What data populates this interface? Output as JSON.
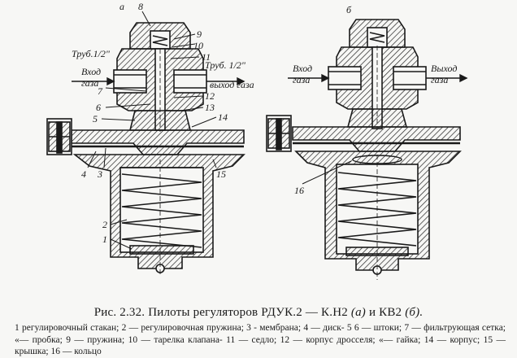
{
  "figure": {
    "view_a": {
      "letter": "а",
      "labels": {
        "l8": "8",
        "l9": "9",
        "l10": "10",
        "l11": "11",
        "l7": "7",
        "l6": "6",
        "l5": "5",
        "l12": "12",
        "l13": "13",
        "l14": "14",
        "l4": "4",
        "l3": "3",
        "l15": "15",
        "l2": "2",
        "l1": "1"
      },
      "pipe_left": "Труб.1/2\"",
      "pipe_right": "Труб. 1/2\"",
      "inlet_line1": "Вход",
      "inlet_line2": "газа",
      "outlet": "выход газа"
    },
    "view_b": {
      "letter": "б",
      "inlet_line1": "Вход",
      "inlet_line2": "газа",
      "outlet_line1": "Выход",
      "outlet_line2": "газа",
      "label16": "16"
    }
  },
  "caption": {
    "title_prefix": "Рис. 2.32. Пилоты регуляторов РДУК.2 — К.Н2 ",
    "title_a": "(а)",
    "title_mid": " и КВ2 ",
    "title_b": "(б).",
    "legend": "1  регулировочный стакан; 2 — регулировочная пружина; 3 - мембрана; 4 — диск-  5  6 — штоки; 7 — фильтрующая сетка; «— пробка; 9 — пружина; 10 — тарелка клапана- 11 — седло; 12 — корпус дросселя; «— гайка; 14 — корпус; 15 — крышка; 16 — кольцо"
  }
}
